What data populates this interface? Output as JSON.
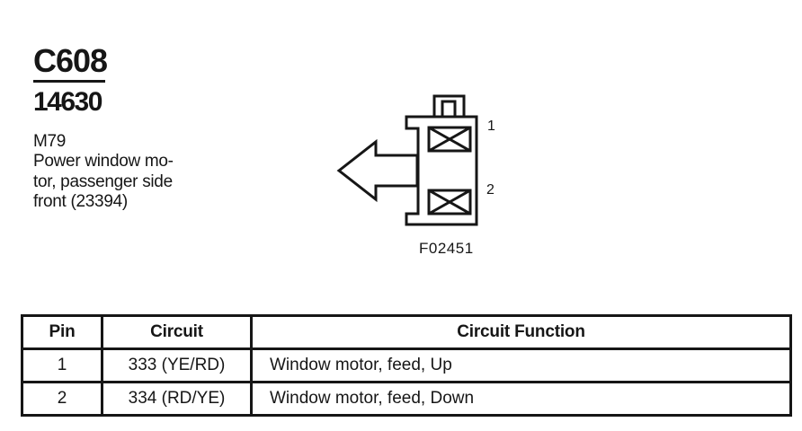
{
  "header": {
    "connector_id": "C608",
    "part_number": "14630"
  },
  "description": {
    "lines": [
      "M79",
      "Power window mo-",
      "tor, passenger side",
      "front (23394)"
    ]
  },
  "diagram": {
    "arrow_icon": "left-arrow-icon",
    "pin_labels": [
      "1",
      "2"
    ],
    "figure_label": "F02451"
  },
  "table": {
    "headers": [
      "Pin",
      "Circuit",
      "Circuit Function"
    ],
    "rows": [
      [
        "1",
        "333 (YE/RD)",
        "Window motor, feed, Up"
      ],
      [
        "2",
        "334 (RD/YE)",
        "Window motor, feed, Down"
      ]
    ]
  },
  "colors": {
    "ink": "#161616",
    "paper": "#ffffff"
  }
}
